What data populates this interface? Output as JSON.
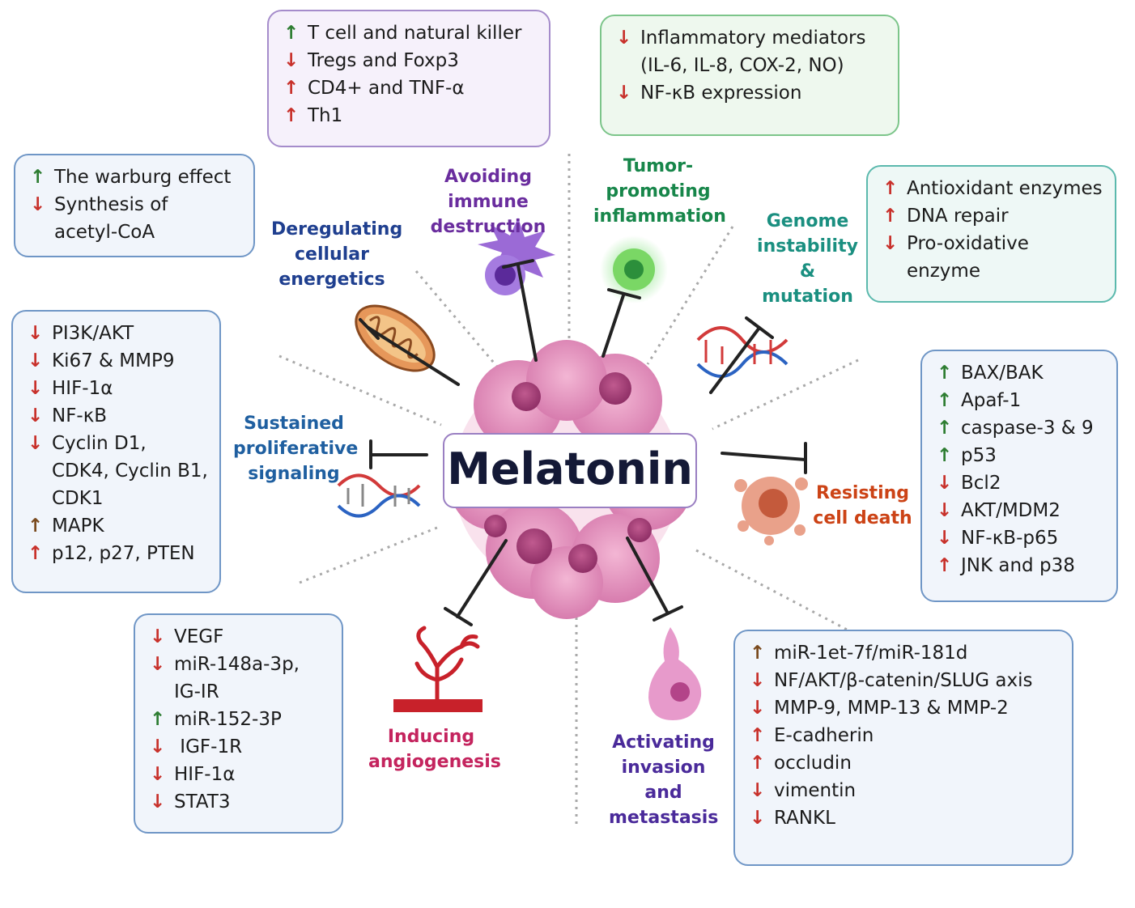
{
  "center": {
    "label": "Melatonin"
  },
  "hallmarks": {
    "energetics": {
      "lines": [
        "Deregulating",
        "cellular",
        "energetics"
      ],
      "color": "#1f3f8f"
    },
    "immune": {
      "lines": [
        "Avoiding",
        "immune",
        "destruction"
      ],
      "color": "#6a2d9e"
    },
    "inflammation": {
      "lines": [
        "Tumor-",
        "promoting",
        "inflammation"
      ],
      "color": "#17864a"
    },
    "genome": {
      "lines": [
        "Genome",
        "instability",
        "&",
        "mutation"
      ],
      "color": "#1a8f80"
    },
    "proliferative": {
      "lines": [
        "Sustained",
        "proliferative",
        "signaling"
      ],
      "color": "#1f5fa0"
    },
    "cell_death": {
      "lines": [
        "Resisting",
        "cell death"
      ],
      "color": "#cc4316"
    },
    "angiogenesis": {
      "lines": [
        "Inducing",
        "angiogenesis"
      ],
      "color": "#c4245e"
    },
    "invasion": {
      "lines": [
        "Activating",
        "invasion",
        "and",
        "metastasis"
      ],
      "color": "#4a2a9a"
    }
  },
  "boxes": {
    "immune": {
      "border": "#a58ccb",
      "bg": "#f6f1fb",
      "items": [
        {
          "arrow": "↑",
          "dir": "upg",
          "text": "T cell and natural killer"
        },
        {
          "arrow": "↓",
          "dir": "dn",
          "text": "Tregs and Foxp3"
        },
        {
          "arrow": "↑",
          "dir": "up",
          "text": "CD4+ and TNF-α"
        },
        {
          "arrow": "↑",
          "dir": "up",
          "text": "Th1"
        }
      ]
    },
    "inflammation": {
      "border": "#7cc58a",
      "bg": "#eef8ee",
      "items": [
        {
          "arrow": "↓",
          "dir": "dn",
          "text": "Inflammatory mediators"
        },
        {
          "arrow": "",
          "dir": "",
          "text": "(IL-6, IL-8, COX-2, NO)"
        },
        {
          "arrow": "↓",
          "dir": "dn",
          "text": "NF-κB expression"
        }
      ]
    },
    "energetics": {
      "border": "#6f96c6",
      "bg": "#f1f5fb",
      "items": [
        {
          "arrow": "↑",
          "dir": "upg",
          "text": "The warburg effect"
        },
        {
          "arrow": "↓",
          "dir": "dn",
          "text": "Synthesis of"
        },
        {
          "arrow": "",
          "dir": "",
          "text": "acetyl-CoA"
        }
      ]
    },
    "genome": {
      "border": "#5bb9ad",
      "bg": "#eef8f6",
      "items": [
        {
          "arrow": "↑",
          "dir": "up",
          "text": "Antioxidant enzymes"
        },
        {
          "arrow": "↑",
          "dir": "up",
          "text": "DNA repair"
        },
        {
          "arrow": "↓",
          "dir": "dn",
          "text": "Pro-oxidative"
        },
        {
          "arrow": "",
          "dir": "",
          "text": "enzyme"
        }
      ]
    },
    "proliferative": {
      "border": "#6f96c6",
      "bg": "#f1f5fb",
      "items": [
        {
          "arrow": "↓",
          "dir": "dn",
          "text": "PI3K/AKT"
        },
        {
          "arrow": "↓",
          "dir": "dn",
          "text": "Ki67 & MMP9"
        },
        {
          "arrow": "↓",
          "dir": "dn",
          "text": "HIF-1α"
        },
        {
          "arrow": "↓",
          "dir": "dn",
          "text": "NF-κB"
        },
        {
          "arrow": "↓",
          "dir": "dn",
          "text": "Cyclin D1,"
        },
        {
          "arrow": "",
          "dir": "",
          "text": "CDK4, Cyclin B1,"
        },
        {
          "arrow": "",
          "dir": "",
          "text": "CDK1"
        },
        {
          "arrow": "↑",
          "dir": "upb",
          "text": "MAPK"
        },
        {
          "arrow": "↑",
          "dir": "up",
          "text": "p12, p27, PTEN"
        }
      ]
    },
    "cell_death": {
      "border": "#6f96c6",
      "bg": "#f1f5fb",
      "items": [
        {
          "arrow": "↑",
          "dir": "upg",
          "text": "BAX/BAK"
        },
        {
          "arrow": "↑",
          "dir": "upg",
          "text": "Apaf-1"
        },
        {
          "arrow": "↑",
          "dir": "upg",
          "text": "caspase-3 & 9"
        },
        {
          "arrow": "↑",
          "dir": "upg",
          "text": "p53"
        },
        {
          "arrow": "↓",
          "dir": "dn",
          "text": "Bcl2"
        },
        {
          "arrow": "↓",
          "dir": "dn",
          "text": "AKT/MDM2"
        },
        {
          "arrow": "↓",
          "dir": "dn",
          "text": "NF-κB-p65"
        },
        {
          "arrow": "↑",
          "dir": "up",
          "text": "JNK and p38"
        }
      ]
    },
    "angiogenesis": {
      "border": "#6f96c6",
      "bg": "#f1f5fb",
      "items": [
        {
          "arrow": "↓",
          "dir": "dn",
          "text": "VEGF"
        },
        {
          "arrow": "↓",
          "dir": "dn",
          "text": "miR-148a-3p,"
        },
        {
          "arrow": "",
          "dir": "",
          "text": "IG-IR"
        },
        {
          "arrow": "↑",
          "dir": "upg",
          "text": "miR-152-3P"
        },
        {
          "arrow": "↓",
          "dir": "dn",
          "text": " IGF-1R"
        },
        {
          "arrow": "↓",
          "dir": "dn",
          "text": "HIF-1α"
        },
        {
          "arrow": "↓",
          "dir": "dn",
          "text": "STAT3"
        }
      ]
    },
    "invasion": {
      "border": "#6f96c6",
      "bg": "#f1f5fb",
      "items": [
        {
          "arrow": "↑",
          "dir": "upb",
          "text": "miR-1et-7f/miR-181d"
        },
        {
          "arrow": "↓",
          "dir": "dn",
          "text": "NF/AKT/β-catenin/SLUG axis"
        },
        {
          "arrow": "↓",
          "dir": "dn",
          "text": "MMP-9, MMP-13 & MMP-2"
        },
        {
          "arrow": "↑",
          "dir": "up",
          "text": "E-cadherin"
        },
        {
          "arrow": "↑",
          "dir": "up",
          "text": "occludin"
        },
        {
          "arrow": "↓",
          "dir": "dn",
          "text": "vimentin"
        },
        {
          "arrow": "↓",
          "dir": "dn",
          "text": "RANKL"
        }
      ]
    }
  }
}
